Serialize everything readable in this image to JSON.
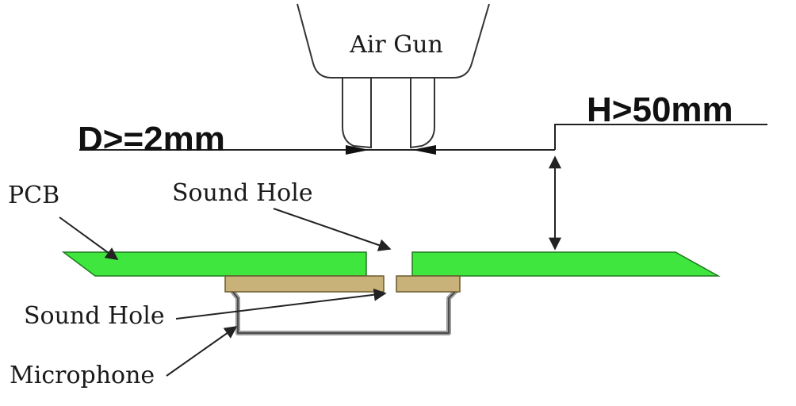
{
  "labels": {
    "air_gun": "Air Gun",
    "distance": "D>=2mm",
    "height": "H>50mm",
    "pcb": "PCB",
    "pcb_sound_hole": "Sound Hole",
    "mic_sound_hole": "Sound Hole",
    "microphone": "Microphone"
  },
  "colors": {
    "pcb": "#3ee63e",
    "pcb_stroke": "#1f7a1f",
    "mic_body": "#c8b27a",
    "mic_stroke": "#6b5a2e",
    "mic_can": "#9a9a9a",
    "line": "#222222"
  }
}
